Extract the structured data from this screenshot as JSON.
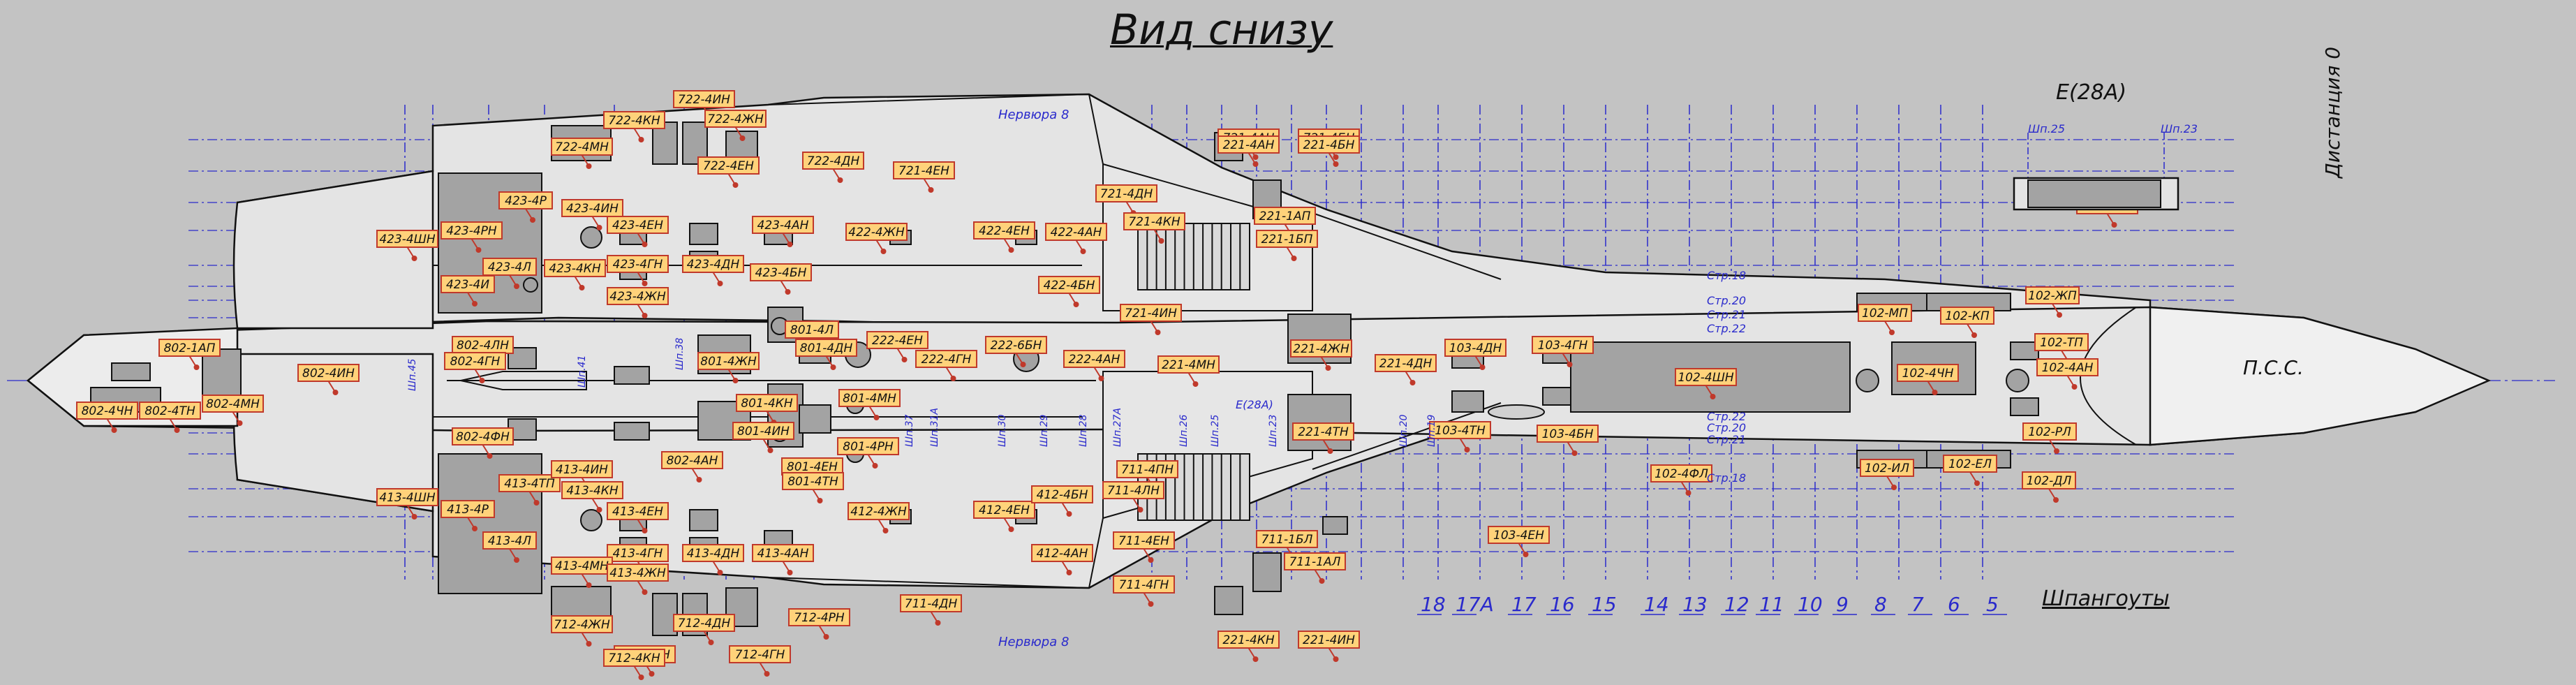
{
  "title": "Вид снизу",
  "view_label": "E(28A)",
  "frames_caption": "Шпангоуты",
  "datum_label": "Дистанция 0",
  "nose_label": "П.С.С.",
  "colors": {
    "background": "#c3c3c3",
    "skin": "#e3e3e3",
    "panel": "#a3a3a3",
    "line": "#2222cc",
    "label_fill": "#ffd27a",
    "label_border": "#c0392b",
    "outline": "#111111"
  },
  "frame_numbers": [
    "18",
    "17А",
    "17",
    "16",
    "15",
    "14",
    "13",
    "12",
    "11",
    "10",
    "9",
    "8",
    "7",
    "6",
    "5"
  ],
  "hatch_labels": [
    "423-4ШН",
    "423-4Р",
    "423-4РН",
    "423-4И",
    "423-4Л",
    "423-4КН",
    "423-4ИН",
    "423-4ЕН",
    "423-4ГН",
    "423-4ЖН",
    "423-4ДН",
    "423-4АН",
    "423-4БН",
    "413-4ШН",
    "413-4ТП",
    "413-4Р",
    "413-4Л",
    "413-4ИН",
    "413-4КН",
    "413-4ЕН",
    "413-4ГН",
    "413-4МН",
    "413-4ЖН",
    "413-4ДН",
    "413-4АН",
    "722-4МН",
    "722-4КН",
    "722-4ИН",
    "722-4ЖН",
    "722-4ЕН",
    "722-4ДН",
    "712-4ЖН",
    "712-4ЕН",
    "712-4ДН",
    "712-4ГН",
    "712-4КН",
    "712-4РН",
    "721-4ЕН",
    "721-4ДН",
    "721-4КН",
    "721-4ИН",
    "711-4ДН",
    "711-4ЕН",
    "711-4ГН",
    "711-4ПН",
    "711-4ЛН",
    "721-4АН",
    "721-4БН",
    "221-4АН",
    "221-4БН",
    "221-1АП",
    "221-1БП",
    "221-4КН",
    "221-4ИН",
    "711-1БЛ",
    "711-1АЛ",
    "422-4ЖН",
    "422-4ЕН",
    "422-4АН",
    "422-4БН",
    "412-4ЖН",
    "412-4ЕН",
    "412-4БН",
    "412-4АН",
    "802-1АП",
    "802-4ЧН",
    "802-4ТН",
    "802-4МН",
    "802-4ИН",
    "802-4ЛН",
    "802-4ГН",
    "802-4ФН",
    "802-4АН",
    "801-4ЖН",
    "801-4Л",
    "801-4ДН",
    "801-4КН",
    "801-4ИН",
    "801-4МН",
    "801-4РН",
    "801-4ЕН",
    "801-4ТН",
    "222-4ЕН",
    "222-4ГН",
    "222-6БН",
    "222-4АН",
    "221-4МН",
    "221-4ЖН",
    "221-4ДН",
    "221-4ТН",
    "103-4ДН",
    "103-4ГН",
    "103-4ТН",
    "103-4БН",
    "102-4ШН",
    "102-4ЧН",
    "102-4ФЛ",
    "102-МП",
    "102-КП",
    "102-ИЛ",
    "102-ЕЛ",
    "102-ЖП",
    "102-ТП",
    "102-4АН",
    "102-РЛ",
    "102-ДЛ",
    "221-1АЛ",
    "103-4ЕН"
  ],
  "blue_labels": [
    "Шп.25",
    "Шп.23",
    "Нервюра 8",
    "Нервюра 8",
    "Стр.18",
    "Стр.20",
    "Стр.21",
    "Стр.22",
    "Стр.18",
    "Стр.20",
    "Стр.21",
    "Стр.22",
    "E(28А)",
    "Шп.45",
    "Шп.41",
    "Шп.38",
    "Шп.37",
    "Шп.31А",
    "Шп.30",
    "Шп.29",
    "Шп.28",
    "Шп.27А",
    "Шп.26",
    "Шп.25",
    "Шп.23",
    "Шп.20",
    "Шп.19"
  ]
}
